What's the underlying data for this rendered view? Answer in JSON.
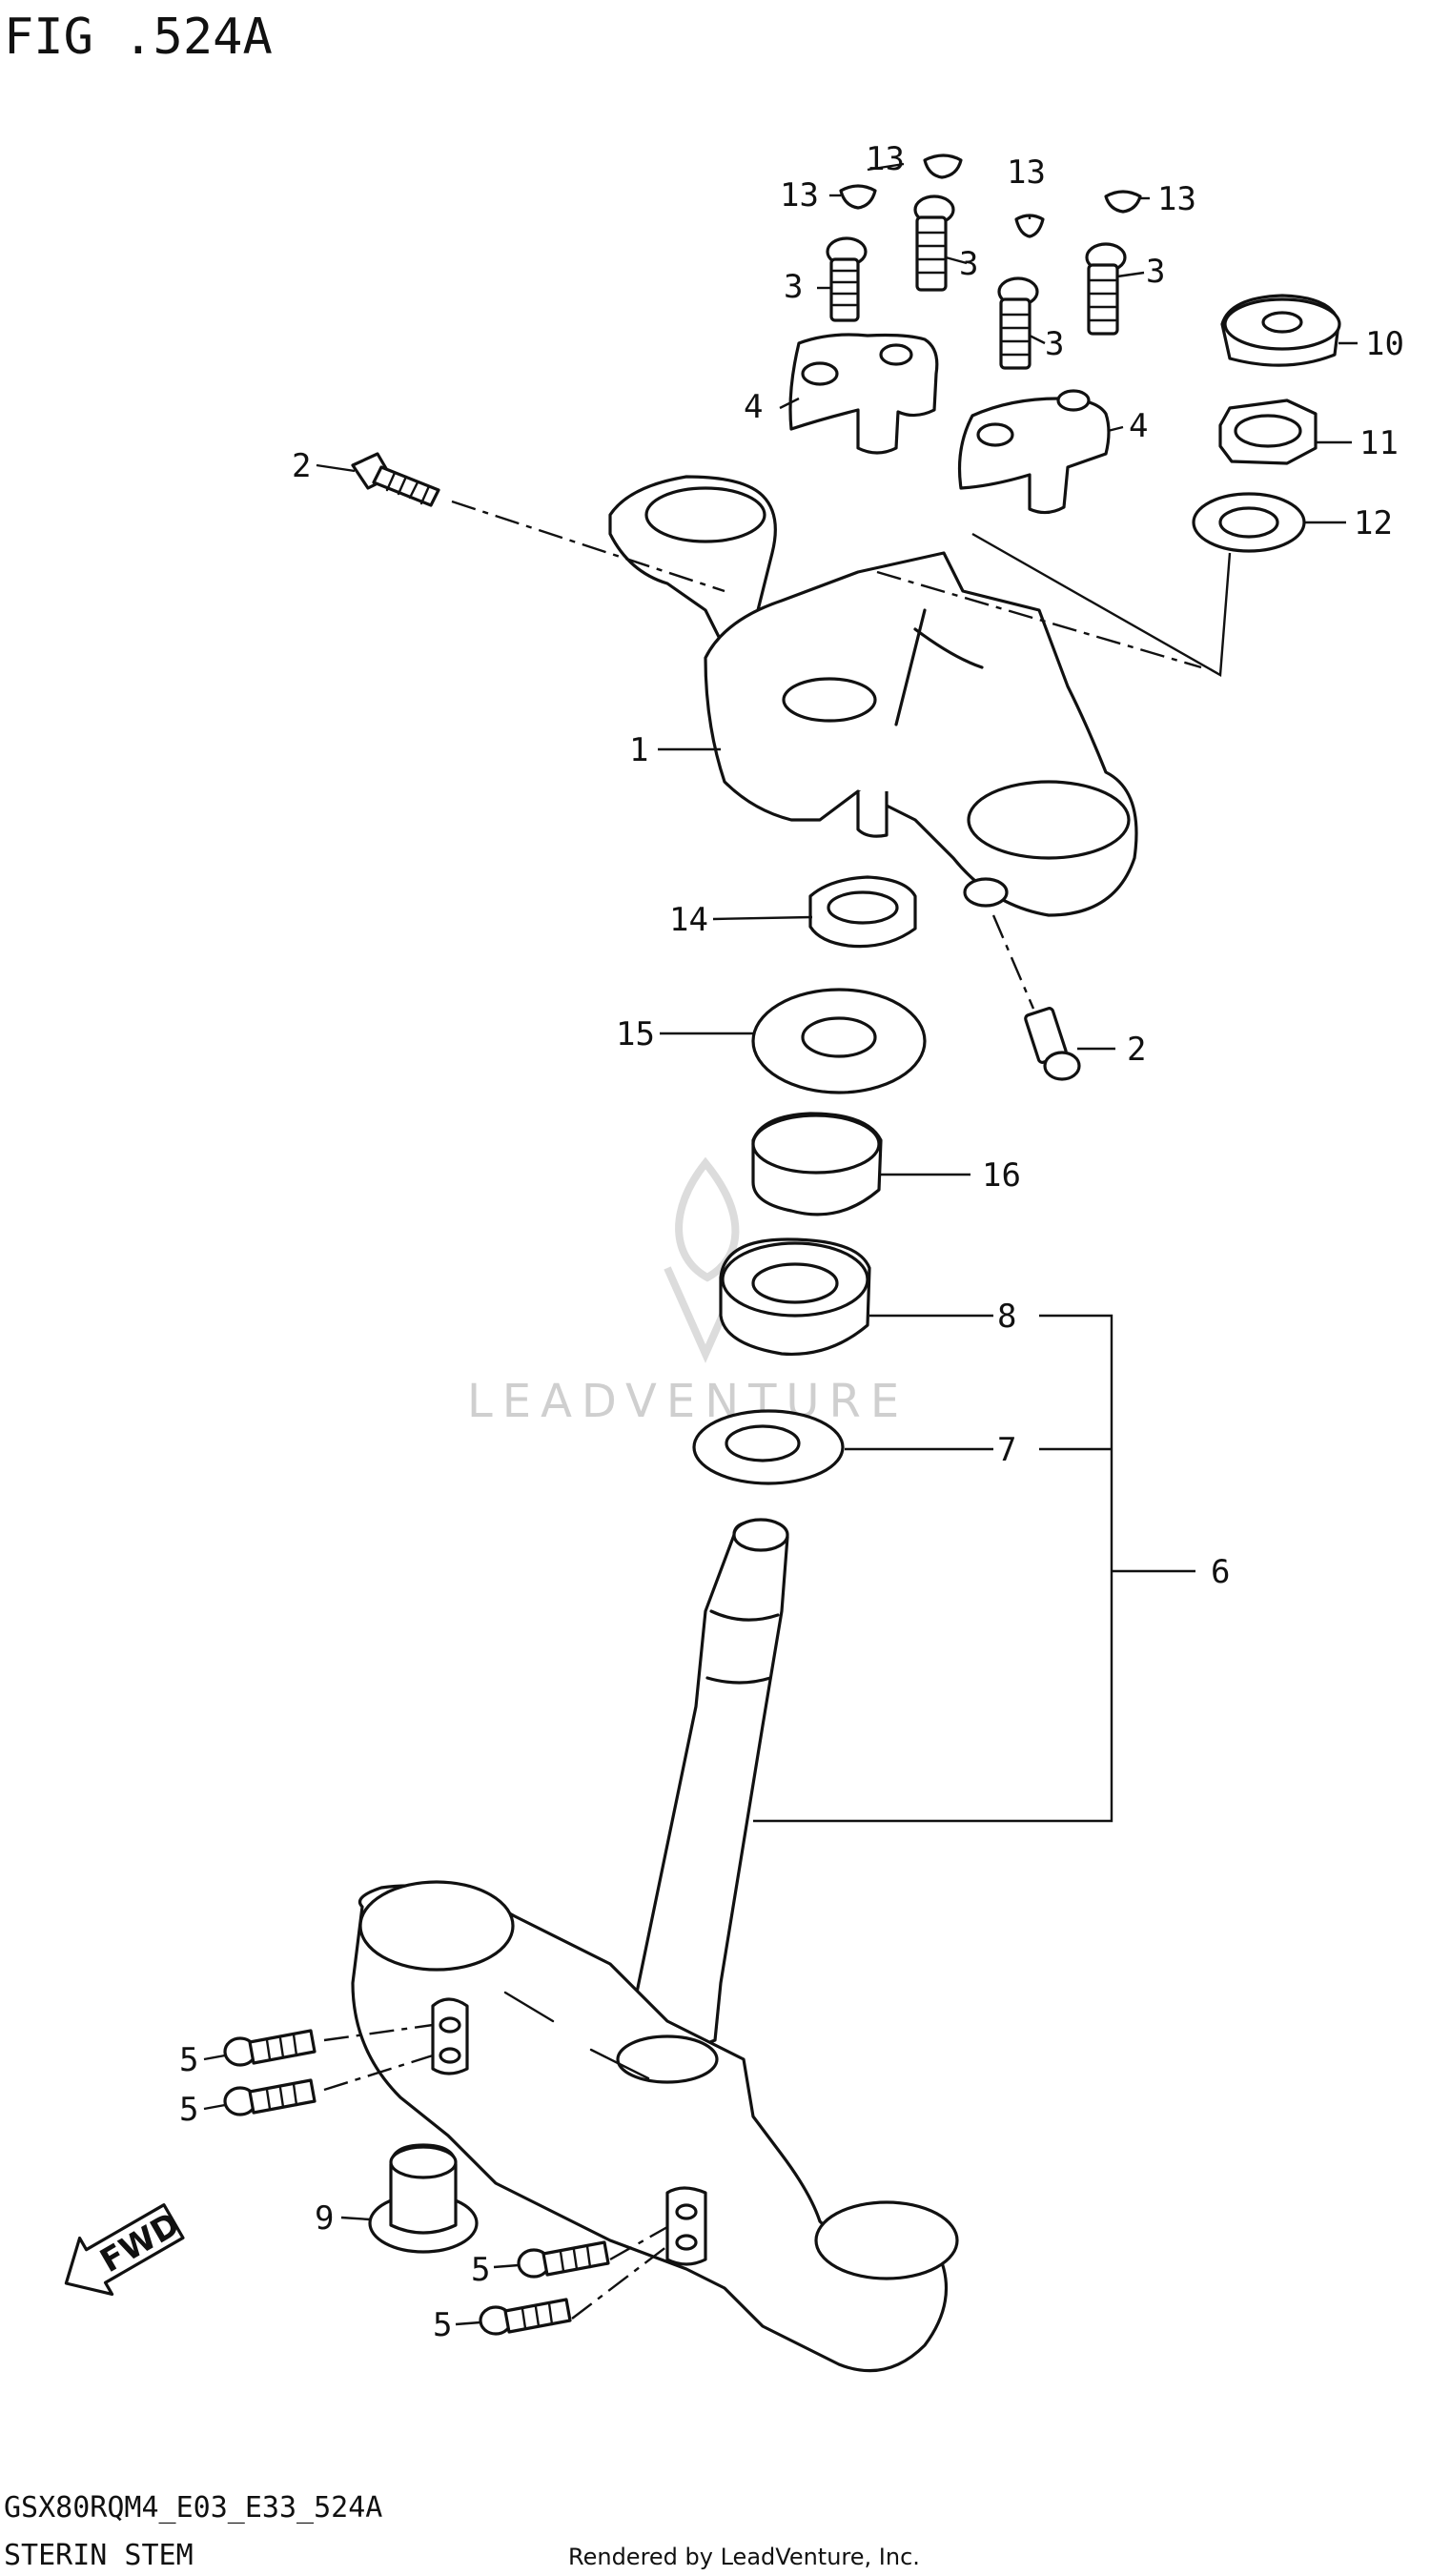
{
  "figure_title": "FIG .524A",
  "watermark": "LEADVENTURE",
  "footer": {
    "model_code": "GSX80RQM4_E03_E33_524A",
    "section_name": "STERIN STEM",
    "rendered_by": "Rendered by LeadVenture, Inc."
  },
  "direction_label": "FWD",
  "callouts": {
    "c1": "1",
    "c2a": "2",
    "c2b": "2",
    "c3a": "3",
    "c3b": "3",
    "c3c": "3",
    "c3d": "3",
    "c4a": "4",
    "c4b": "4",
    "c5a": "5",
    "c5b": "5",
    "c5c": "5",
    "c5d": "5",
    "c6": "6",
    "c7": "7",
    "c8": "8",
    "c9": "9",
    "c10": "10",
    "c11": "11",
    "c12": "12",
    "c13a": "13",
    "c13b": "13",
    "c13c": "13",
    "c13d": "13",
    "c14": "14",
    "c15": "15",
    "c16": "16"
  }
}
